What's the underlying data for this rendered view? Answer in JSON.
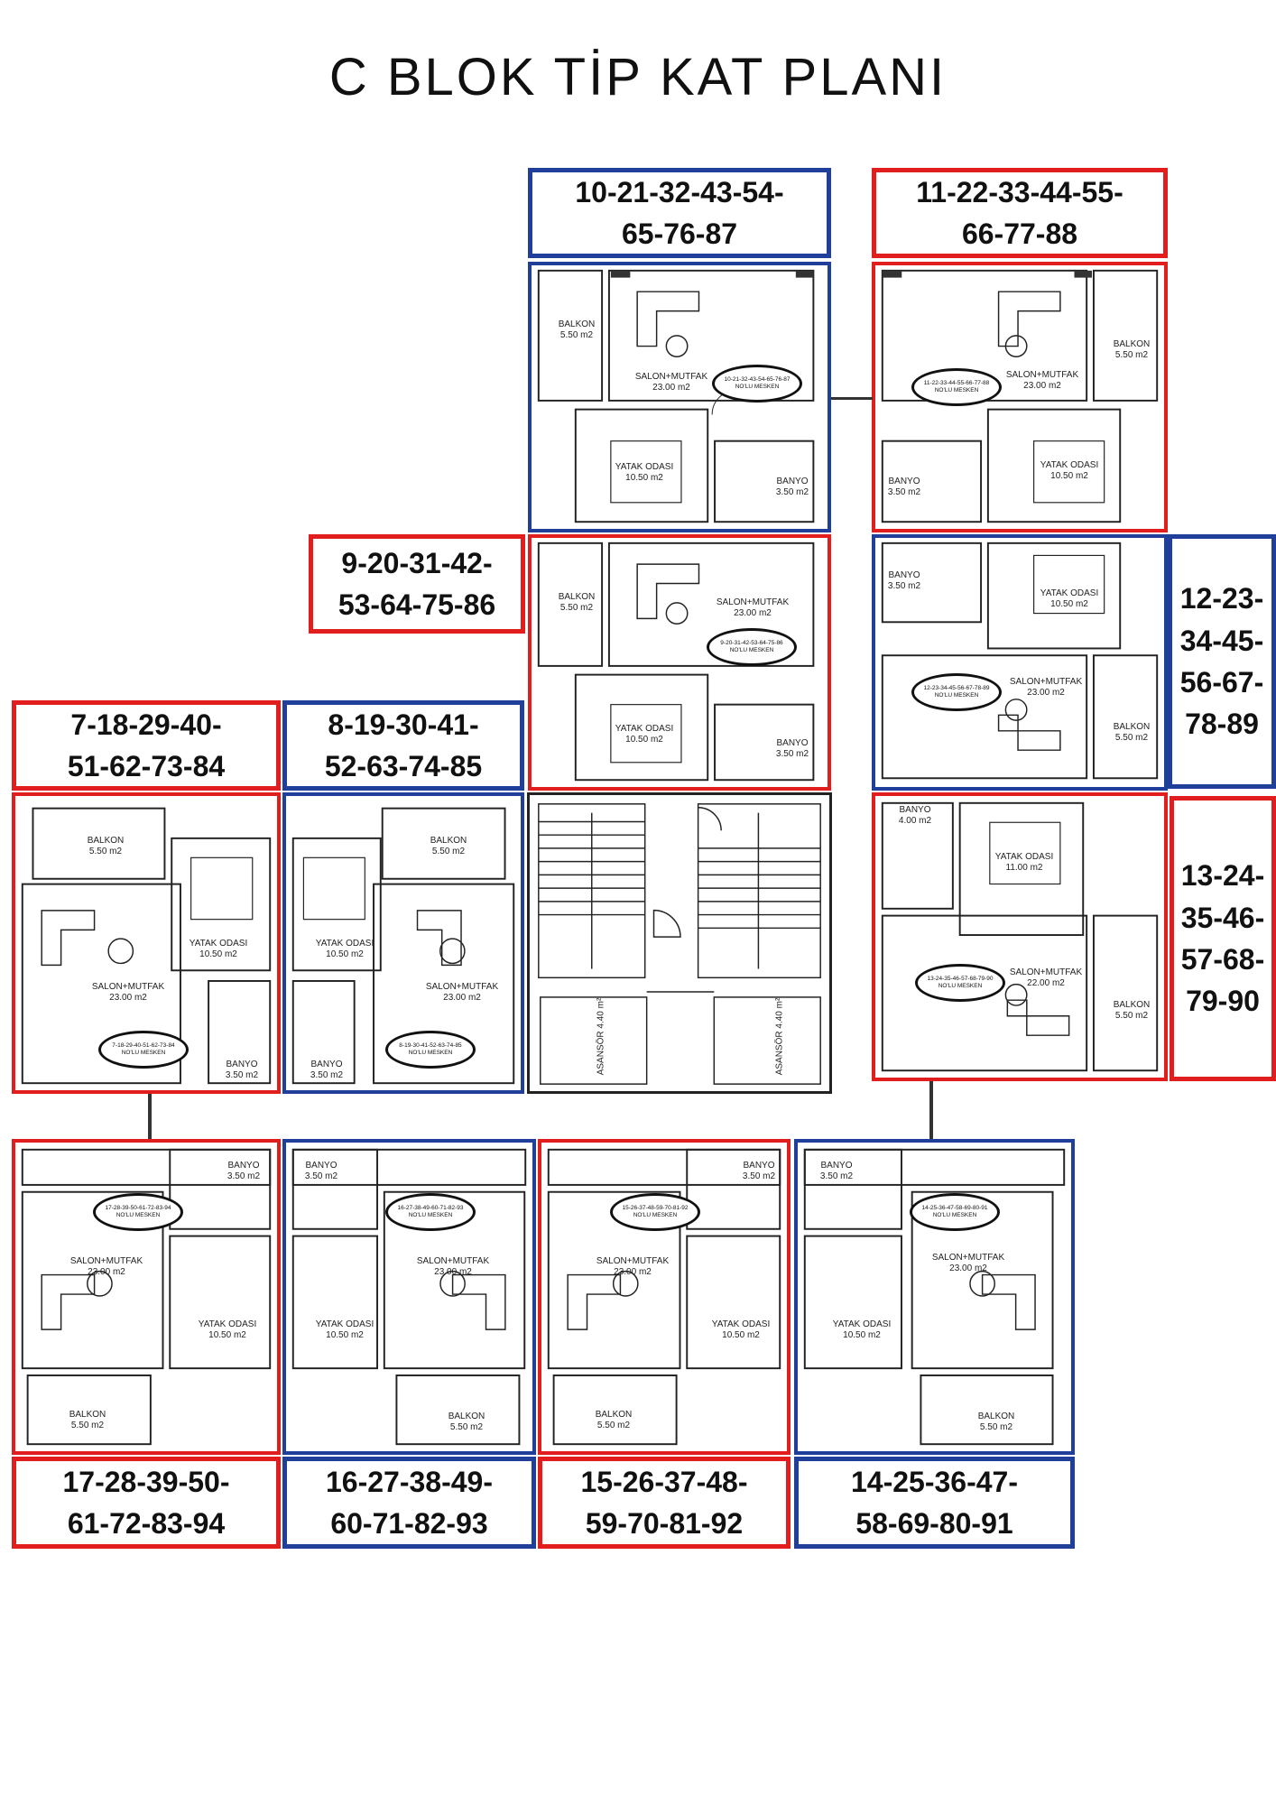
{
  "title": "C BLOK TİP KAT PLANI",
  "rooms": {
    "balkon": "BALKON",
    "salon": "SALON+MUTFAK",
    "yatak": "YATAK ODASI",
    "banyo": "BANYO",
    "mesken": "NO'LU MESKEN",
    "asansor": "ASANSÖR"
  },
  "areas": {
    "balkon": "5.50 m2",
    "salon": "23.00 m2",
    "salon_alt": "22.00 m2",
    "yatak": "10.50 m2",
    "yatak_alt": "11.00 m2",
    "banyo": "3.50 m2",
    "banyo_alt": "4.00 m2",
    "asansor": "4.40 m²"
  },
  "units": [
    {
      "id": "u10",
      "color": "#1f3f9a",
      "label": "10-21-32-43-54-\n65-76-87",
      "tag": "10-21-32-43-54-65-76-87"
    },
    {
      "id": "u11",
      "color": "#e11d1d",
      "label": "11-22-33-44-55-\n66-77-88",
      "tag": "11-22-33-44-55-66-77-88"
    },
    {
      "id": "u9",
      "color": "#e11d1d",
      "label": "9-20-31-42-\n53-64-75-86",
      "tag": "9-20-31-42-53-64-75-86"
    },
    {
      "id": "u12",
      "color": "#1f3f9a",
      "label": "12-23-\n34-45-\n56-67-\n78-89",
      "tag": "12-23-34-45-56-67-78-89"
    },
    {
      "id": "u7",
      "color": "#e11d1d",
      "label": "7-18-29-40-\n51-62-73-84",
      "tag": "7-18-29-40-51-62-73-84"
    },
    {
      "id": "u8",
      "color": "#1f3f9a",
      "label": "8-19-30-41-\n52-63-74-85",
      "tag": "8-19-30-41-52-63-74-85"
    },
    {
      "id": "u13",
      "color": "#e11d1d",
      "label": "13-24-\n35-46-\n57-68-\n79-90",
      "tag": "13-24-35-46-57-68-79-90"
    },
    {
      "id": "u17",
      "color": "#e11d1d",
      "label": "17-28-39-50-\n61-72-83-94",
      "tag": "17-28-39-50-61-72-83-94"
    },
    {
      "id": "u16",
      "color": "#1f3f9a",
      "label": "16-27-38-49-\n60-71-82-93",
      "tag": "16-27-38-49-60-71-82-93"
    },
    {
      "id": "u15",
      "color": "#e11d1d",
      "label": "15-26-37-48-\n59-70-81-92",
      "tag": "15-26-37-48-59-70-81-92"
    },
    {
      "id": "u14",
      "color": "#1f3f9a",
      "label": "14-25-36-47-\n58-69-80-91",
      "tag": "14-25-36-47-58-69-80-91"
    }
  ]
}
